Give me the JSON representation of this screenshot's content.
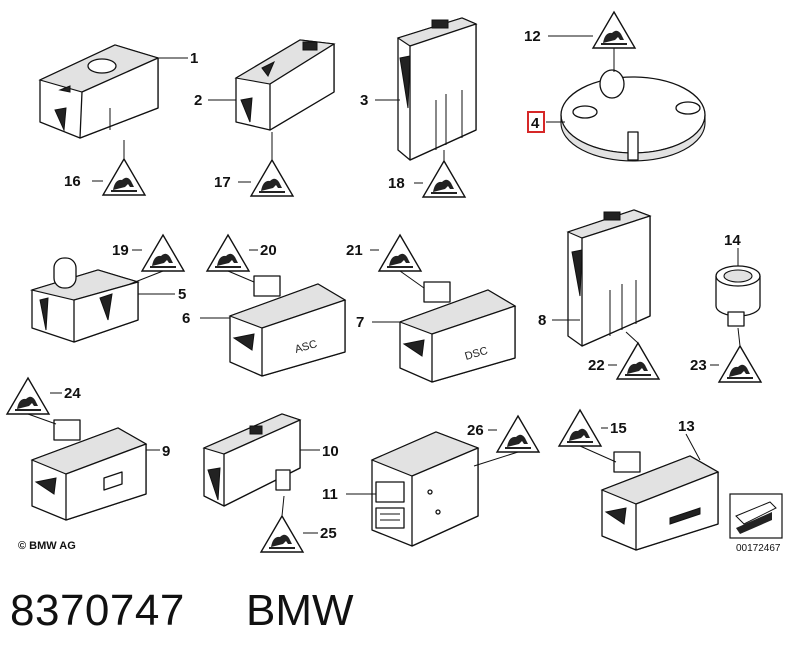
{
  "callouts": {
    "c1": "1",
    "c2": "2",
    "c3": "3",
    "c4": "4",
    "c5": "5",
    "c6": "6",
    "c7": "7",
    "c8": "8",
    "c9": "9",
    "c10": "10",
    "c11": "11",
    "c12": "12",
    "c13": "13",
    "c14": "14",
    "c15": "15",
    "c16": "16",
    "c17": "17",
    "c18": "18",
    "c19": "19",
    "c20": "20",
    "c21": "21",
    "c22": "22",
    "c23": "23",
    "c24": "24",
    "c25": "25",
    "c26": "26"
  },
  "button_labels": {
    "asc": "ASC",
    "dsc": "DSC"
  },
  "footer": {
    "part_number": "8370747",
    "brand": "BMW",
    "copyright": "© BMW AG",
    "document_number": "00172467"
  },
  "colors": {
    "highlight_box": "#d62828",
    "ink": "#111111"
  },
  "icons": [
    "esd-warning-triangle-icon",
    "corner-arrow-icon"
  ]
}
